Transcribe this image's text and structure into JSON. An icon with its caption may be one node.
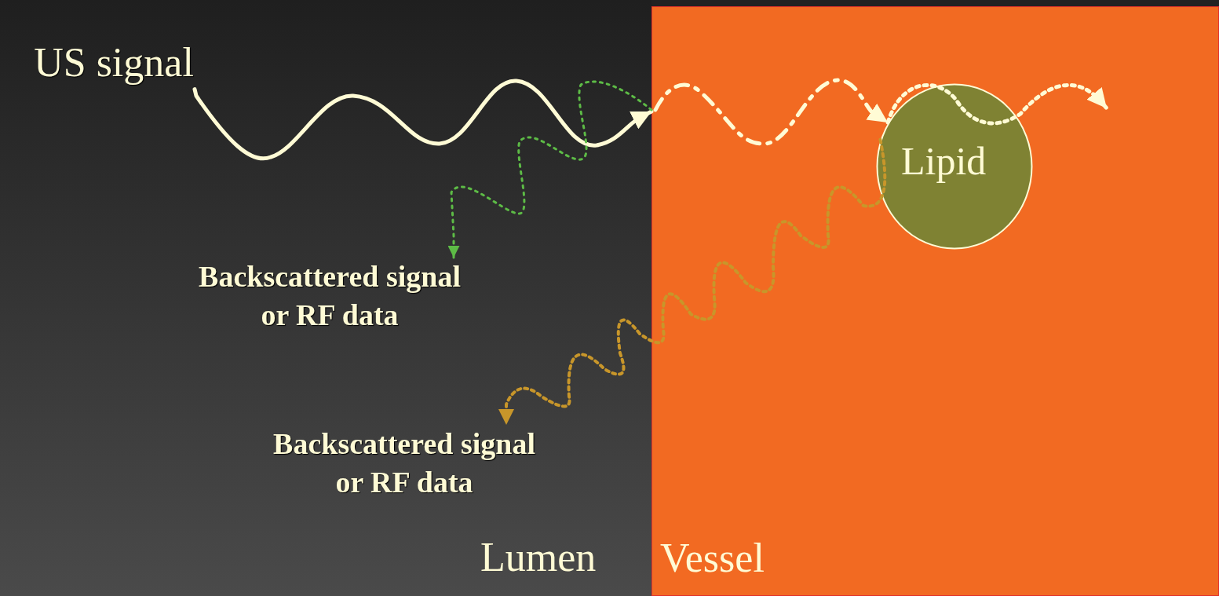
{
  "diagram": {
    "nodes": [
      {
        "text": [
          "Lumen"
        ]
      },
      {
        "text": [
          "US signal"
        ],
        "in": 0
      },
      {
        "text": [
          "Backscattered signal or RF data"
        ],
        "in": 0
      },
      {
        "text": [
          "Backscattered signal or RF data"
        ],
        "in": 0
      },
      {
        "text": [
          "Vessel"
        ]
      },
      {
        "text": [
          "Lipid"
        ],
        "in": 4
      }
    ],
    "edges": [
      {
        "from": 1,
        "to": 4,
        "arrow": "to"
      },
      {
        "from": null,
        "to": 5,
        "arrow": "to",
        "style": "dashed"
      },
      {
        "from": 5,
        "to": null,
        "arrow": "to",
        "style": "dashed"
      },
      {
        "from": 4,
        "to": 2,
        "arrow": "to",
        "style": "dashed",
        "color": "#5dbb46"
      },
      {
        "from": 5,
        "to": 3,
        "arrow": "to",
        "style": "dashed",
        "color": "#c8962a"
      }
    ]
  }
}
